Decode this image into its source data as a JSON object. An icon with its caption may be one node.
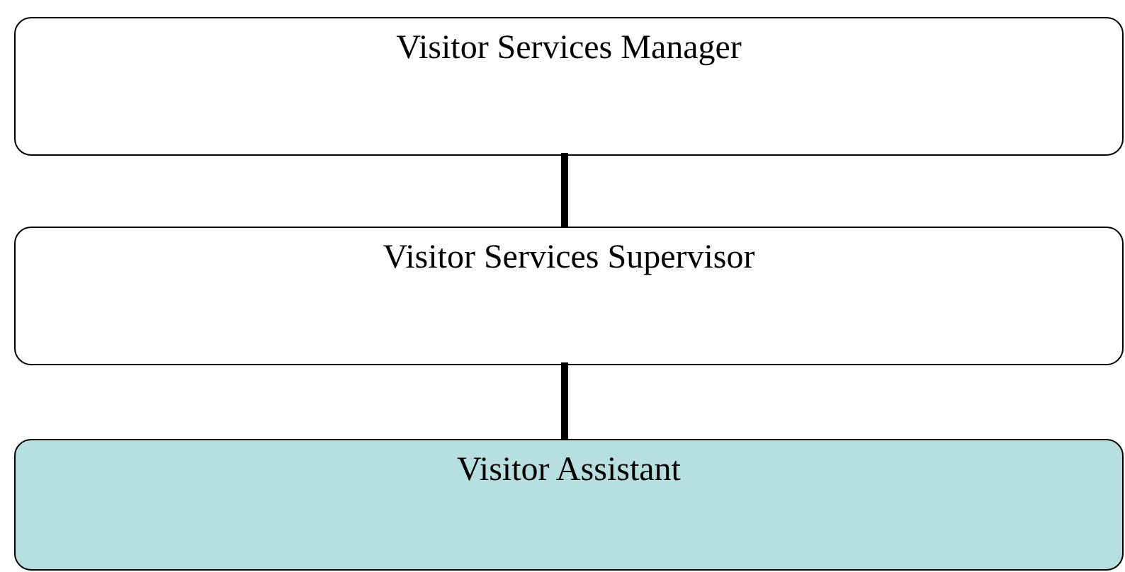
{
  "diagram": {
    "nodes": [
      {
        "text": [
          "Visitor Services Manager"
        ]
      },
      {
        "text": [
          "Visitor Services Supervisor"
        ]
      },
      {
        "text": [
          "Visitor Assistant"
        ]
      }
    ],
    "edges": [
      {
        "from": 0,
        "to": 1,
        "arrow": "none"
      },
      {
        "from": 1,
        "to": 2,
        "arrow": "none"
      }
    ]
  }
}
